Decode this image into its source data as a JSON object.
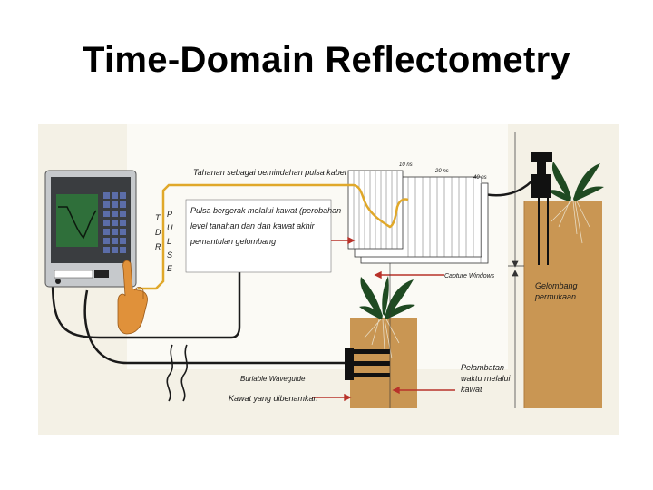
{
  "title": "Time-Domain Reflectometry",
  "labels": {
    "ground_as_transfer": "Tahanan sebagai pemindahan pulsa kabel",
    "pulse_travel_line1": "Pulsa bergerak melalui kawat (perobahan",
    "pulse_travel_line2": "level tanahan dan dan kawat akhir",
    "pulse_travel_line3": "pemantulan gelombang",
    "capture_windows": "Capture Windows",
    "time_10": "10 ns",
    "time_20": "20 ns",
    "time_40": "40 ns",
    "surface_wave_line1": "Gelombang",
    "surface_wave_line2": "permukaan",
    "delay_line1": "Pelambatan",
    "delay_line2": "waktu melalui",
    "delay_line3": "kawat",
    "buriable_waveguide": "Buriable Waveguide",
    "buried_wire": "Kawat yang dibenamkan",
    "tdr_letters": [
      "T",
      "D",
      "R"
    ],
    "pulse_letters": [
      "P",
      "U",
      "L",
      "S",
      "E"
    ]
  },
  "colors": {
    "panel_bg": "#f4f1e6",
    "soil": "#c99653",
    "soil_dark": "#b07c3c",
    "pulse_wire": "#e0a82a",
    "cable": "#1a1a1a",
    "instrument_body": "#c6c9cc",
    "screen": "#2f6f3a",
    "plant": "#1f4a22"
  }
}
